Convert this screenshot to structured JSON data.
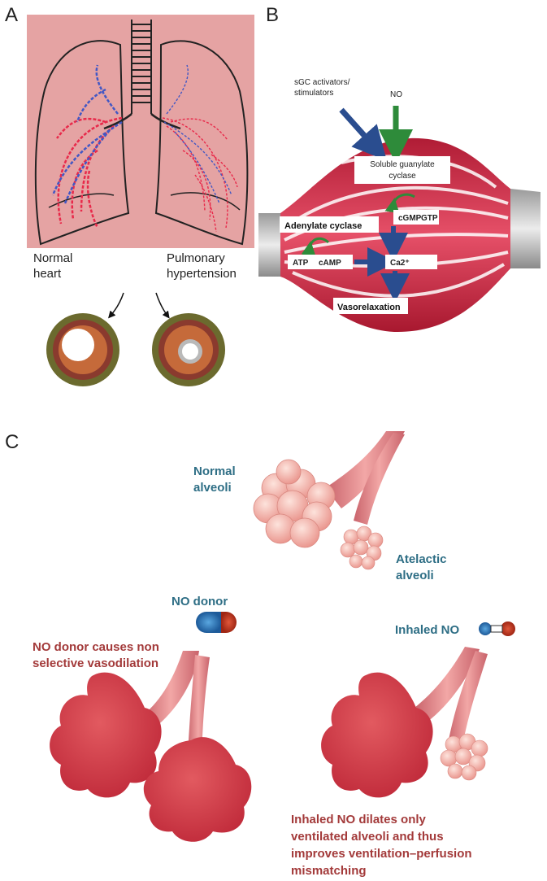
{
  "panels": {
    "a": {
      "letter": "A",
      "label_left_line1": "Normal",
      "label_left_line2": "heart",
      "label_right_line1": "Pulmonary",
      "label_right_line2": "hypertension"
    },
    "b": {
      "letter": "B",
      "sgc_line1": "sGC activators/",
      "sgc_line2": "stimulators",
      "no": "NO",
      "soluble_line1": "Soluble guanylate",
      "soluble_line2": "cyclase",
      "cgmp": "cGMP",
      "gtp": "GTP",
      "adenylate": "Adenylate cyclase",
      "atp": "ATP",
      "camp": "cAMP",
      "ca2": "Ca2⁺",
      "vasorelaxation": "Vasorelaxation"
    },
    "c": {
      "letter": "C",
      "normal_line1": "Normal",
      "normal_line2": "alveoli",
      "atelactic_line1": "Atelactic",
      "atelactic_line2": "alveoli",
      "no_donor": "NO donor",
      "donor_desc_line1": "NO donor causes non",
      "donor_desc_line2": "selective vasodilation",
      "inhaled": "Inhaled NO",
      "inhaled_desc_line1": "Inhaled NO dilates only",
      "inhaled_desc_line2": "ventilated alveoli and thus",
      "inhaled_desc_line3": "improves ventilation–perfusion",
      "inhaled_desc_line4": "mismatching"
    }
  },
  "colors": {
    "lung_bg": "#e5a3a3",
    "red_vessel": "#e8294a",
    "blue_vessel": "#4257c4",
    "muscle_red": "#c8253f",
    "arrow_blue": "#2a4d8f",
    "arrow_green": "#2e8b3a",
    "teal_text": "#2e6e85",
    "maroon_text": "#a33a3a"
  }
}
